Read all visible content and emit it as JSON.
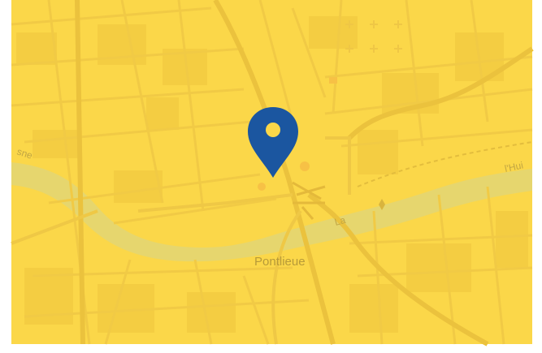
{
  "map": {
    "place_label": "Pontlieue",
    "road_label_left": "sne",
    "road_label_right": "l'Hui",
    "river_label": "La",
    "marker": {
      "icon": "map-pin-icon",
      "color": "#1b56a0"
    },
    "colors": {
      "background": "#fbd749",
      "street": "#f2cc45",
      "major_road": "#ebc23d",
      "water": "#e6d66e",
      "label": "#b79a38"
    }
  }
}
